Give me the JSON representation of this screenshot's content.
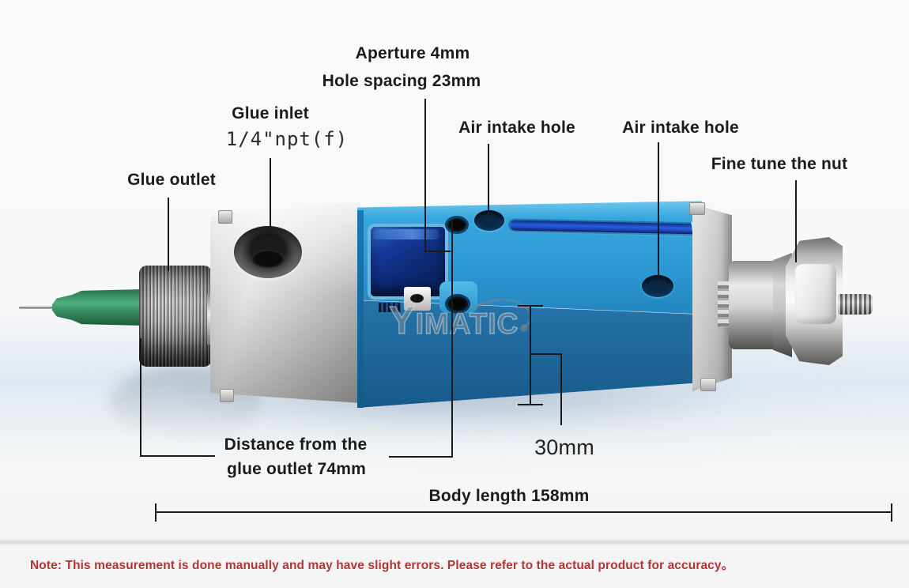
{
  "product": {
    "watermark": "YIMATIC",
    "colors": {
      "body_blue_top": "#37a6de",
      "body_blue_front": "#2b7db4",
      "slot_blue": "#2a5de0",
      "metal_light": "#e4e4e2",
      "metal_dark": "#6b6b69",
      "needle_green": "#4fae7d",
      "label_text": "#1b1b1b",
      "note_red": "#b23636"
    }
  },
  "labels": {
    "aperture": "Aperture 4mm",
    "hole_spacing": "Hole spacing 23mm",
    "glue_inlet": "Glue inlet",
    "glue_inlet_thread": "1/4\"npt(f)",
    "air_intake_1": "Air intake hole",
    "air_intake_2": "Air intake hole",
    "fine_tune": "Fine tune the nut",
    "glue_outlet": "Glue outlet",
    "distance_line1": "Distance from the",
    "distance_line2": "glue outlet 74mm",
    "dim_30mm": "30mm",
    "body_length": "Body length 158mm"
  },
  "measurements": {
    "aperture_mm": 4,
    "hole_spacing_mm": 23,
    "distance_from_glue_outlet_mm": 74,
    "side_dimension_mm": 30,
    "body_length_mm": 158,
    "inlet_thread": "1/4\"npt(f)"
  },
  "note": {
    "text": "Note: This measurement is done manually and may have slight errors. Please refer to the actual product for accuracy。"
  }
}
